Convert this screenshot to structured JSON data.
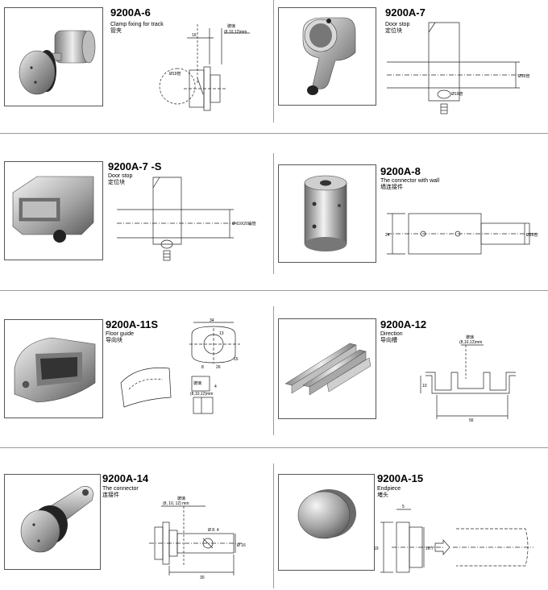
{
  "products": [
    {
      "code": "9200A-6",
      "name_en": "Clamp fixing for track",
      "name_cn": "管夹",
      "dims": {
        "d1": "16",
        "glass": "玻璃",
        "glass_size": "(8,10,12)mm",
        "pipe": "Ø19管"
      }
    },
    {
      "code": "9200A-7",
      "name_en": "Door stop",
      "name_cn": "定位块",
      "dims": {
        "pipe1": "Ø19管",
        "pipe2": "Ø19管"
      }
    },
    {
      "code": "9200A-7 -S",
      "name_en": "Door stop",
      "name_cn": "定位块",
      "dims": {
        "pipe": "Ø 10X20扁管"
      }
    },
    {
      "code": "9200A-8",
      "name_en": "The connector with wall",
      "name_cn": "墙连接件",
      "dims": {
        "h": "24",
        "pipe": "Ø19管"
      }
    },
    {
      "code": "9200A-11S",
      "name_en": "Floor guide",
      "name_cn": "导向块",
      "dims": {
        "w": "34",
        "d1": "13",
        "d2": "8",
        "d3": "26",
        "d4": "15",
        "glass": "玻璃",
        "glass_size": "(8,10,12)mm",
        "d5": "4"
      }
    },
    {
      "code": "9200A-12",
      "name_en": "Direction",
      "name_cn": "导向槽",
      "dims": {
        "glass": "玻璃",
        "glass_size": "(8,10,12)mm",
        "h": "10",
        "w": "56"
      }
    },
    {
      "code": "9200A-14",
      "name_en": "The connector",
      "name_cn": "连接件",
      "dims": {
        "glass": "玻璃",
        "glass_size": "(8, 10, 12) mm",
        "hole": "Ø 8. 4",
        "dia": "Ø 16",
        "len": "30"
      }
    },
    {
      "code": "9200A-15",
      "name_en": "Endpiece",
      "name_cn": "堵头",
      "dims": {
        "top": "5",
        "h1": "19",
        "h2": "16.7"
      }
    }
  ]
}
